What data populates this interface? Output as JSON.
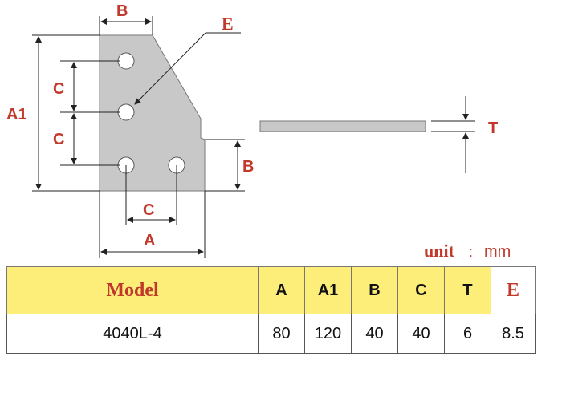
{
  "dimension_labels": {
    "b_top": "B",
    "e": "E",
    "a1": "A1",
    "c_upper": "C",
    "c_lower": "C",
    "b_right": "B",
    "c_bottom": "C",
    "a_bottom": "A",
    "t": "T"
  },
  "unit": {
    "label": "unit",
    "colon": ":",
    "value": "mm"
  },
  "table": {
    "headers": {
      "model": "Model",
      "a": "A",
      "a1": "A1",
      "b": "B",
      "c": "C",
      "t": "T",
      "e": "E"
    },
    "row": {
      "model": "4040L-4",
      "a": "80",
      "a1": "120",
      "b": "40",
      "c": "40",
      "t": "6",
      "e": "8.5"
    }
  },
  "colors": {
    "label_red": "#c0392b",
    "plate_fill": "#c8c8c8",
    "header_yellow": "#fcee79"
  }
}
